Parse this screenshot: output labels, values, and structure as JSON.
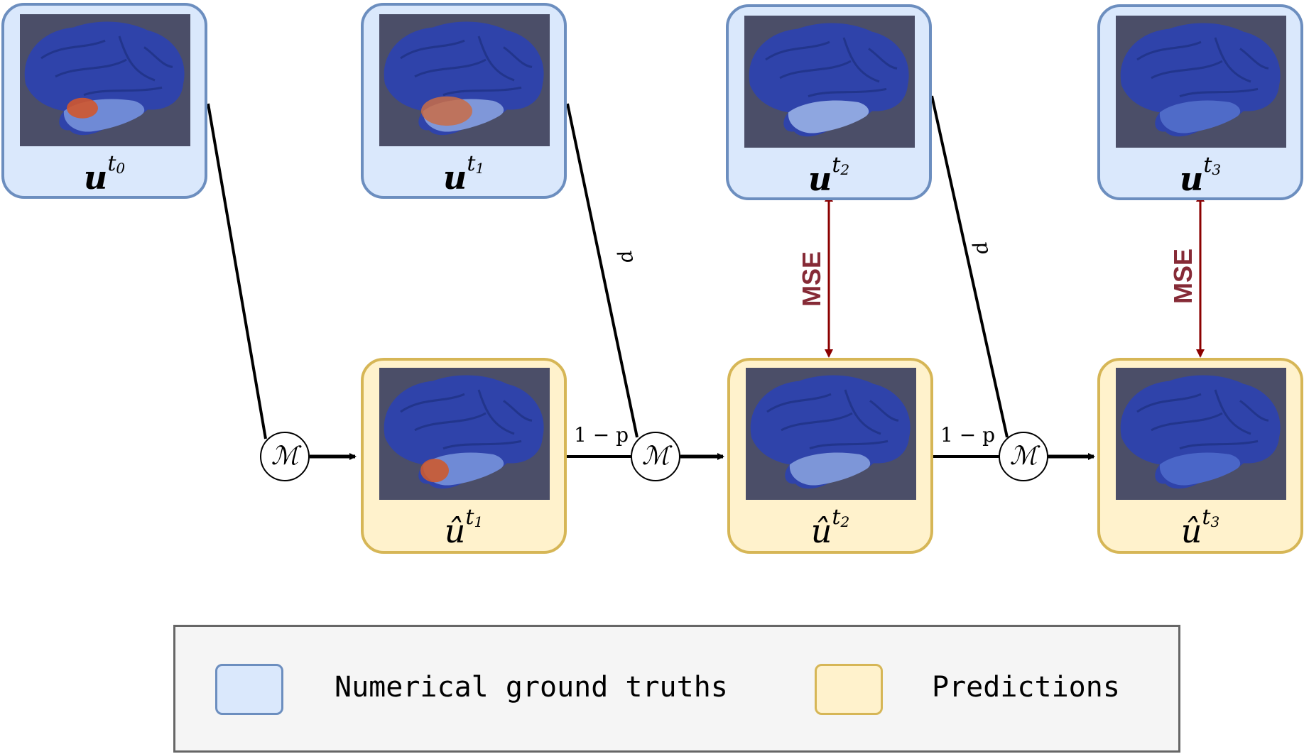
{
  "nodes": {
    "gt": [
      {
        "base": "u",
        "sub_time": "t",
        "sub_index": "0"
      },
      {
        "base": "u",
        "sub_time": "t",
        "sub_index": "1"
      },
      {
        "base": "u",
        "sub_time": "t",
        "sub_index": "2"
      },
      {
        "base": "u",
        "sub_time": "t",
        "sub_index": "3"
      }
    ],
    "pred": [
      {
        "base": "û",
        "sub_time": "t",
        "sub_index": "1"
      },
      {
        "base": "û",
        "sub_time": "t",
        "sub_index": "2"
      },
      {
        "base": "û",
        "sub_time": "t",
        "sub_index": "3"
      }
    ]
  },
  "operator": "ℳ",
  "edges": {
    "one_minus_p": "1 − p",
    "p": "p"
  },
  "loss_label": "MSE",
  "legend": {
    "gt_label": "Numerical ground truths",
    "pred_label": "Predictions"
  },
  "colors": {
    "gt_fill": "#dae8fc",
    "gt_border": "#6c8ebf",
    "pred_fill": "#fff2cc",
    "pred_border": "#d6b656",
    "mse_arrow": "#8b0000",
    "brain_blue": "#2b43a8",
    "hotspot_red": "#d0572e"
  },
  "brain_images": {
    "gt": [
      "hotspot-large-red",
      "hotspot-medium-red",
      "light-blue-spread",
      "mostly-blue"
    ],
    "pred": [
      "hotspot-red",
      "light-blue-spread",
      "mostly-blue"
    ]
  }
}
